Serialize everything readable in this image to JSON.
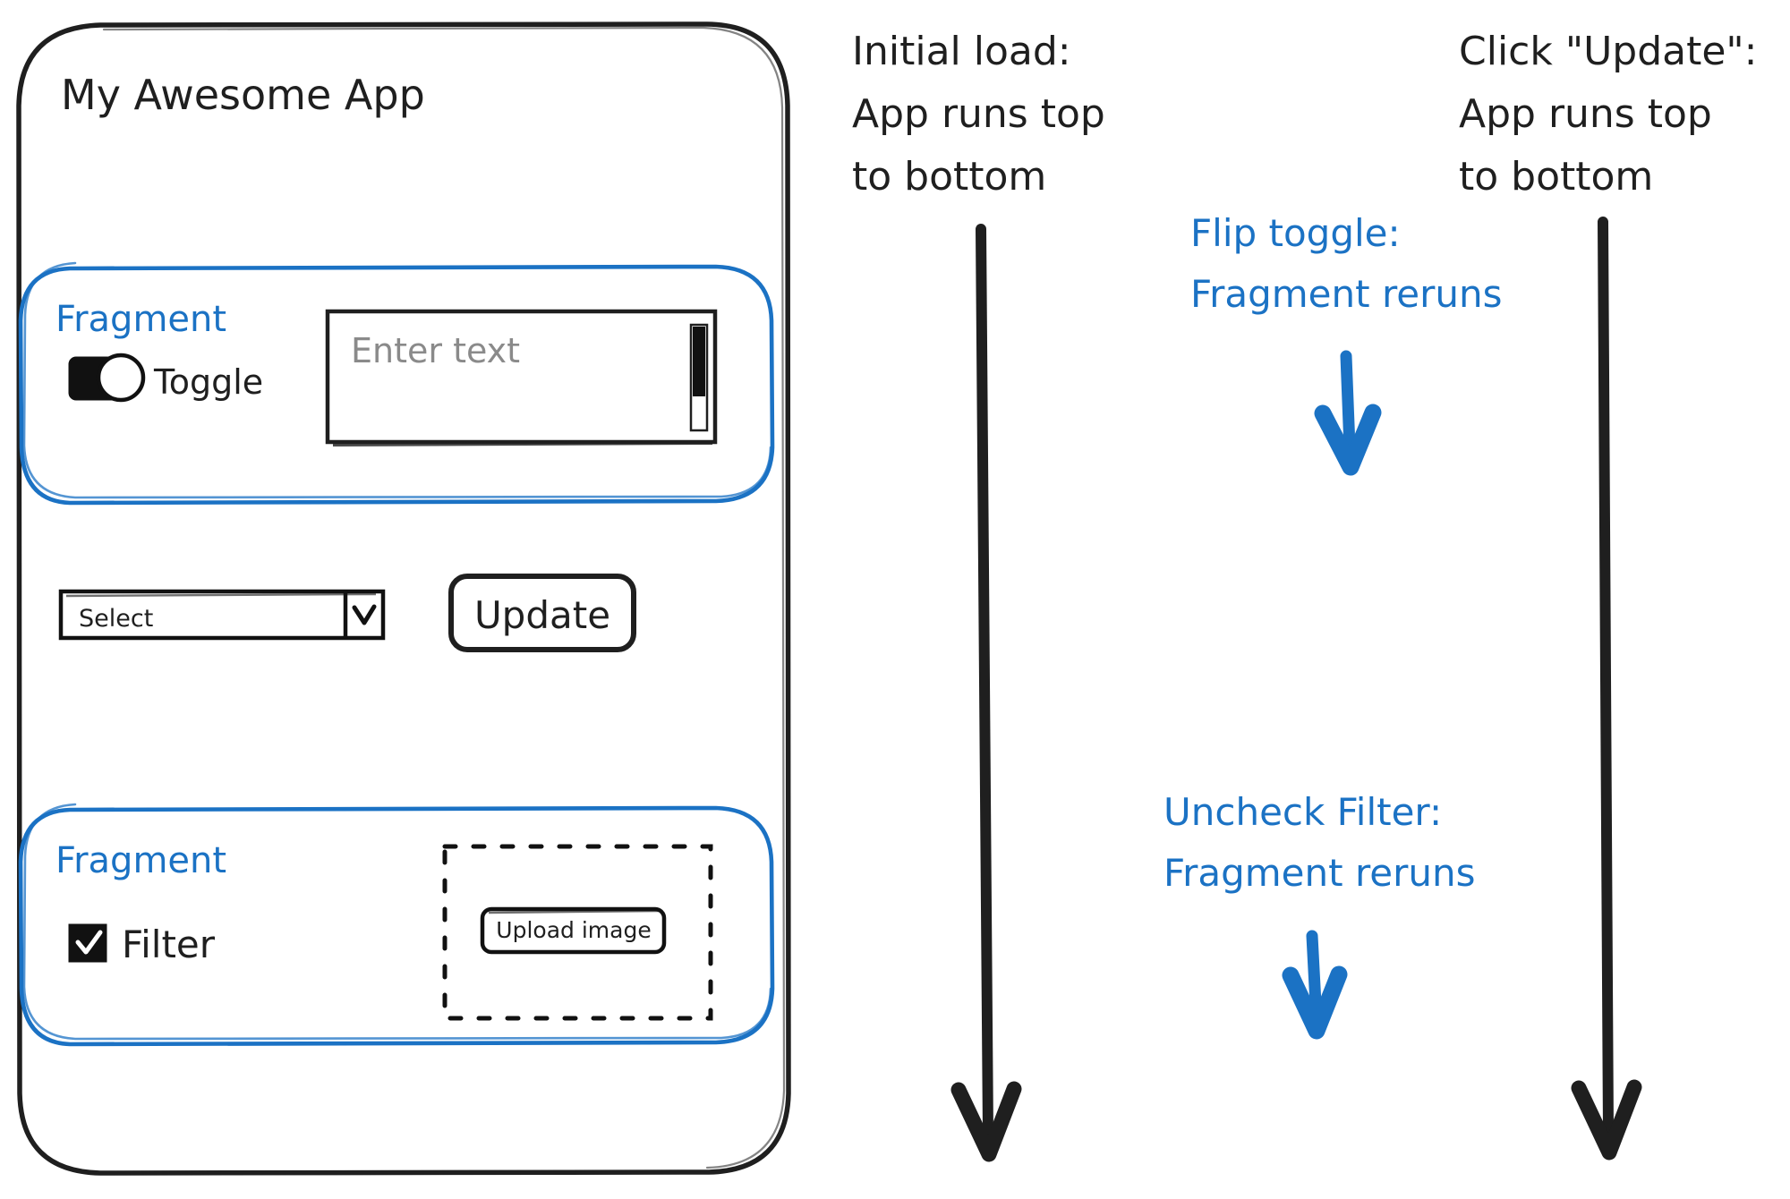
{
  "meta": {
    "colors": {
      "ink": "#1f1f1f",
      "blue": "#1b72c4",
      "placeholder_gray": "#8a8a8a",
      "background": "#ffffff"
    }
  },
  "phone": {
    "app_title": "My Awesome App",
    "fragment_one": {
      "label": "Fragment",
      "toggle": {
        "label": "Toggle",
        "state": "on"
      },
      "textarea": {
        "placeholder": "Enter text",
        "value": "",
        "has_scrollbar": true
      }
    },
    "controls_row": {
      "select": {
        "value": "Select",
        "icon": "chevron-down-icon"
      },
      "update_button": {
        "label": "Update"
      }
    },
    "fragment_two": {
      "label": "Fragment",
      "checkbox": {
        "label": "Filter",
        "checked": true
      },
      "dropzone": {
        "button_label": "Upload image",
        "border_style": "dashed"
      }
    }
  },
  "annotations": {
    "initial_load": {
      "line1": "Initial load:",
      "line2": "App runs top",
      "line3": "to bottom",
      "color": "#1f1f1f"
    },
    "click_update": {
      "line1": "Click \"Update\":",
      "line2": "App runs top",
      "line3": "to bottom",
      "color": "#1f1f1f"
    },
    "flip_toggle": {
      "line1": "Flip toggle:",
      "line2": "Fragment reruns",
      "color": "#1b72c4"
    },
    "uncheck_filter": {
      "line1": "Uncheck Filter:",
      "line2": "Fragment reruns",
      "color": "#1b72c4"
    },
    "arrows": [
      {
        "name": "initial-load-arrow",
        "color": "#1f1f1f",
        "direction": "down"
      },
      {
        "name": "click-update-arrow",
        "color": "#1f1f1f",
        "direction": "down"
      },
      {
        "name": "flip-toggle-arrow",
        "color": "#1b72c4",
        "direction": "down"
      },
      {
        "name": "uncheck-filter-arrow",
        "color": "#1b72c4",
        "direction": "down"
      }
    ]
  }
}
